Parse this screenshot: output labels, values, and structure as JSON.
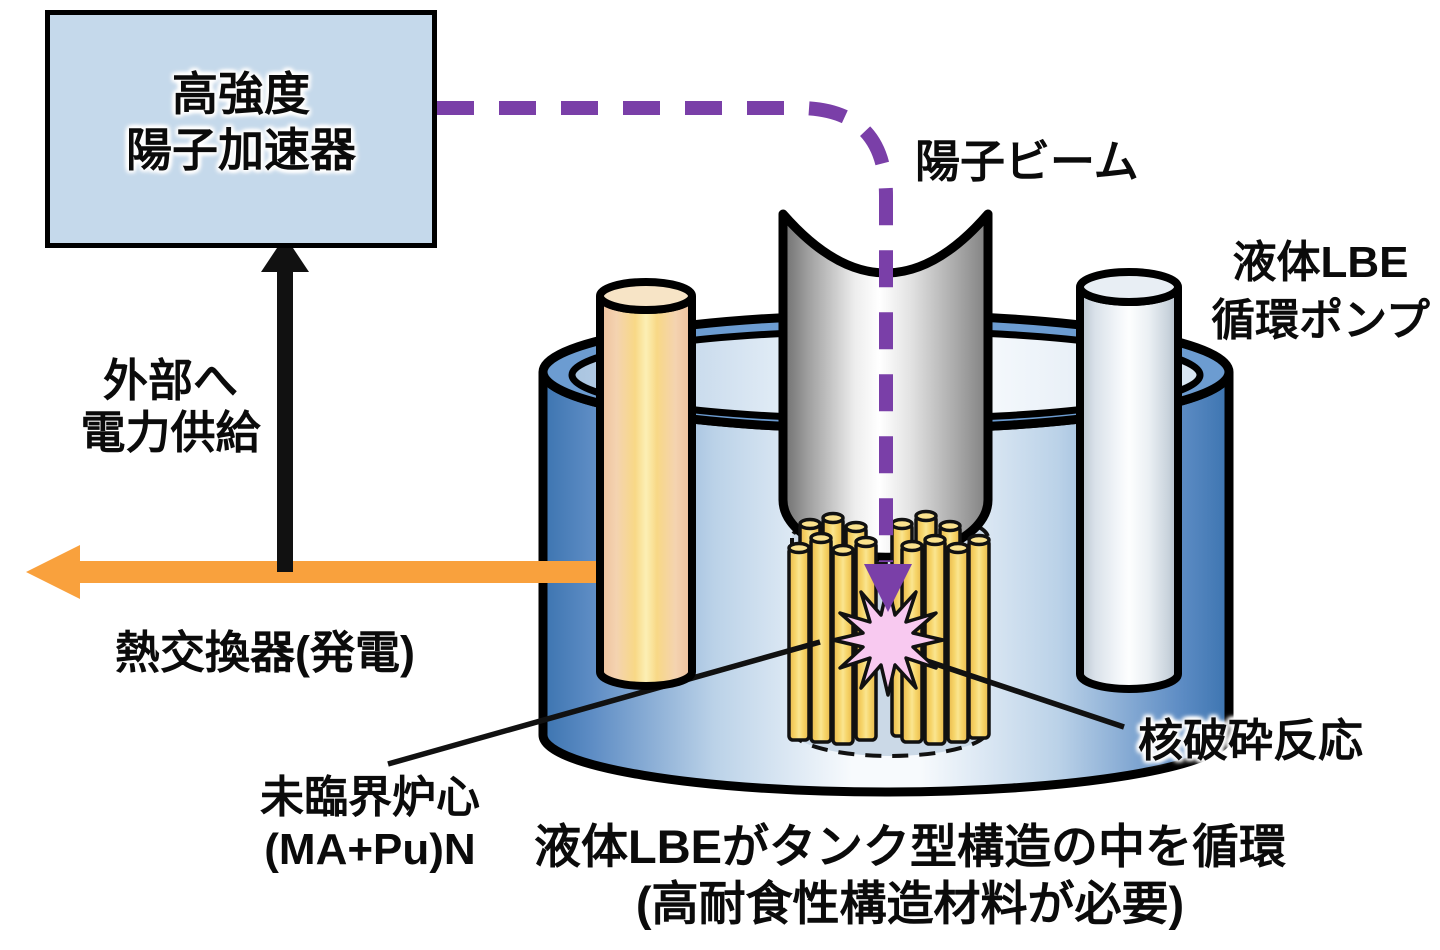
{
  "accelerator": {
    "line1": "高強度",
    "line2": "陽子加速器"
  },
  "labels": {
    "proton_beam": "陽子ビーム",
    "lbe_pump_line1": "液体LBE",
    "lbe_pump_line2": "循環ポンプ",
    "external_power_line1": "外部へ",
    "external_power_line2": "電力供給",
    "heat_exchanger": "熱交換器(発電)",
    "subcritical_core_line1": "未臨界炉心",
    "subcritical_core_line2": "(MA+Pu)N",
    "spallation_reaction": "核破砕反応",
    "caption_line1": "液体LBEがタンク型構造の中を循環",
    "caption_line2": "(高耐食性構造材料が必要)"
  },
  "colors": {
    "accelerator_box_fill": "#C5D9EB",
    "proton_beam_purple": "#7A3FA8",
    "power_arrow_black": "#111111",
    "heat_arrow_orange": "#F9A13D",
    "tank_blue_dark": "#3C74B0",
    "tank_rim_blue": "#6C9CD1",
    "core_region_fill": "#CBD9E7",
    "fuel_rod_yellow": "#F6D468",
    "spallation_pink": "#F8C9F0",
    "beam_tube_gray": "#A8A8A8",
    "heat_exchanger_tan": "#EDBF9B",
    "pump_white": "#F4F7FA",
    "outline_black": "#000000"
  }
}
